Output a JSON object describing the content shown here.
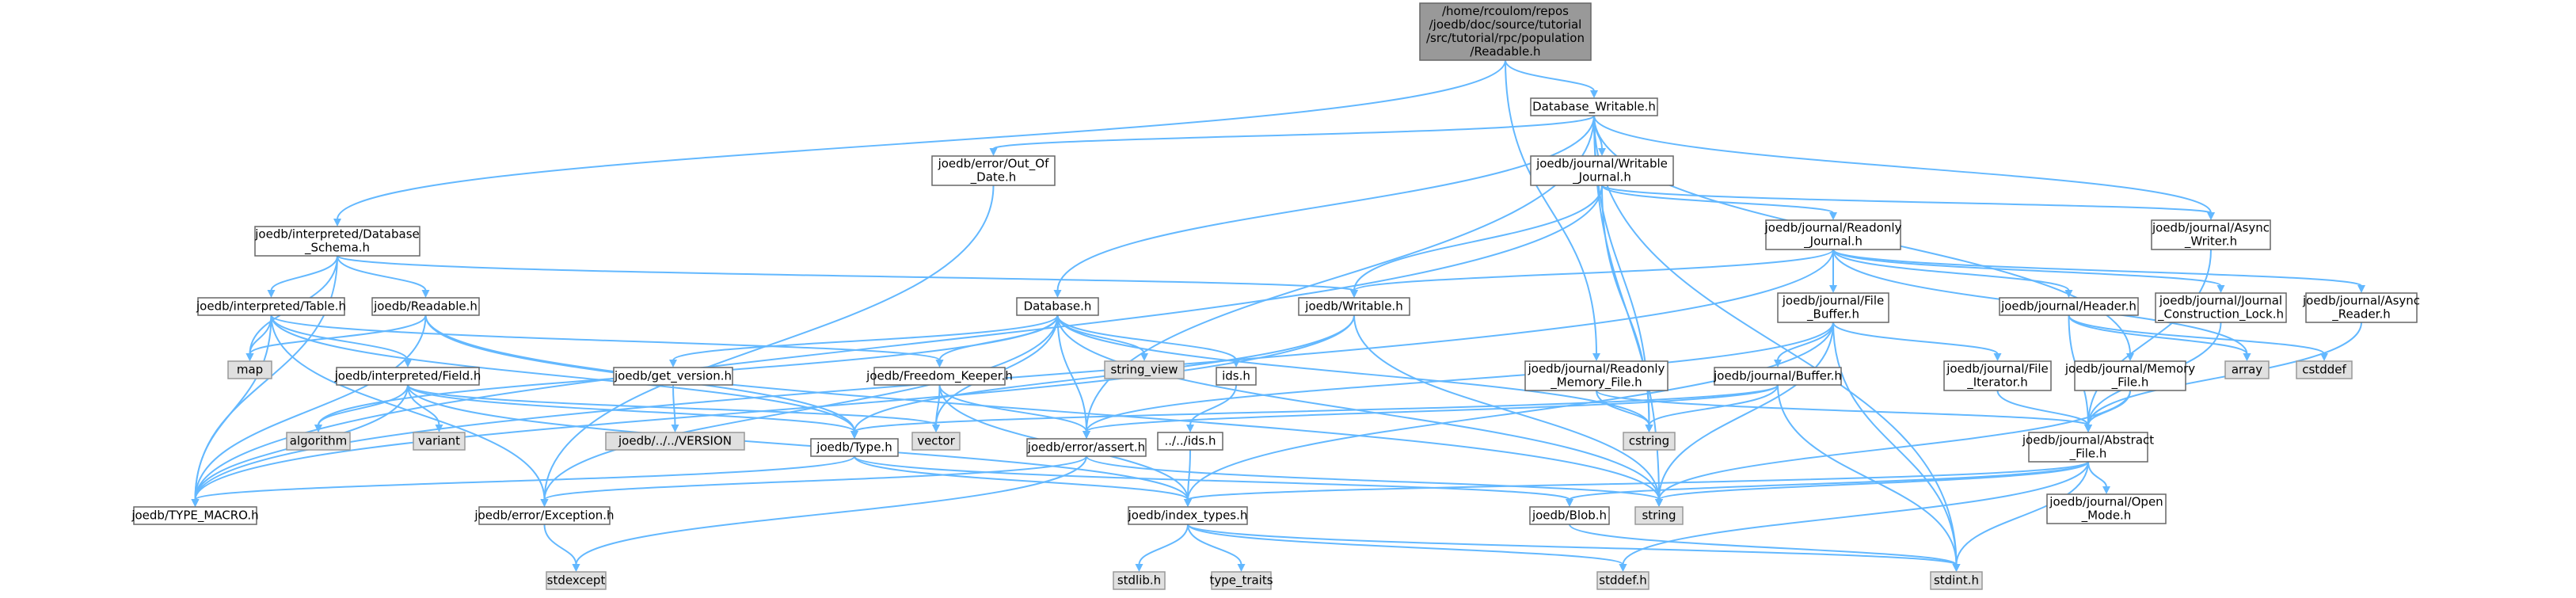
{
  "colors": {
    "edge": "#63b8ff",
    "node_border": "#666666",
    "system_fill": "#e0e0e0",
    "root_fill": "#999999"
  },
  "nodes": {
    "readable_root": [
      "/home/rcoulom/repos",
      "/joedb/doc/source/tutorial",
      "/src/tutorial/rpc/population",
      "/Readable.h"
    ],
    "database_writable": [
      "Database_Writable.h"
    ],
    "out_of_date": [
      "joedb/error/Out_Of",
      "_Date.h"
    ],
    "writable_journal": [
      "joedb/journal/Writable",
      "_Journal.h"
    ],
    "interpreted_database_schema": [
      "joedb/interpreted/Database",
      "_Schema.h"
    ],
    "readonly_journal": [
      "joedb/journal/Readonly",
      "_Journal.h"
    ],
    "async_writer": [
      "joedb/journal/Async",
      "_Writer.h"
    ],
    "interpreted_table": [
      "joedb/interpreted/Table.h"
    ],
    "readable": [
      "joedb/Readable.h"
    ],
    "database": [
      "Database.h"
    ],
    "writable": [
      "joedb/Writable.h"
    ],
    "file_buffer": [
      "joedb/journal/File",
      "_Buffer.h"
    ],
    "header": [
      "joedb/journal/Header.h"
    ],
    "journal_construction_lock": [
      "joedb/journal/Journal",
      "_Construction_Lock.h"
    ],
    "async_reader": [
      "joedb/journal/Async",
      "_Reader.h"
    ],
    "map": [
      "map"
    ],
    "interpreted_field": [
      "joedb/interpreted/Field.h"
    ],
    "get_version": [
      "joedb/get_version.h"
    ],
    "freedom_keeper": [
      "joedb/Freedom_Keeper.h"
    ],
    "string_view": [
      "string_view"
    ],
    "ids": [
      "ids.h"
    ],
    "readonly_memory_file": [
      "joedb/journal/Readonly",
      "_Memory_File.h"
    ],
    "buffer": [
      "joedb/journal/Buffer.h"
    ],
    "file_iterator": [
      "joedb/journal/File",
      "_Iterator.h"
    ],
    "memory_file": [
      "joedb/journal/Memory",
      "_File.h"
    ],
    "array": [
      "array"
    ],
    "cstddef": [
      "cstddef"
    ],
    "algorithm": [
      "algorithm"
    ],
    "variant": [
      "variant"
    ],
    "version_file": [
      "joedb/../../VERSION"
    ],
    "vector": [
      "vector"
    ],
    "parent_ids": [
      "../../ids.h"
    ],
    "cstring": [
      "cstring"
    ],
    "abstract_file": [
      "joedb/journal/Abstract",
      "_File.h"
    ],
    "type": [
      "joedb/Type.h"
    ],
    "assert": [
      "joedb/error/assert.h"
    ],
    "type_macro": [
      "joedb/TYPE_MACRO.h"
    ],
    "exception": [
      "joedb/error/Exception.h"
    ],
    "index_types": [
      "joedb/index_types.h"
    ],
    "blob": [
      "joedb/Blob.h"
    ],
    "string": [
      "string"
    ],
    "open_mode": [
      "joedb/journal/Open",
      "_Mode.h"
    ],
    "stdexcept": [
      "stdexcept"
    ],
    "stdlib": [
      "stdlib.h"
    ],
    "type_traits": [
      "type_traits"
    ],
    "stddef": [
      "stddef.h"
    ],
    "stdint": [
      "stdint.h"
    ]
  }
}
